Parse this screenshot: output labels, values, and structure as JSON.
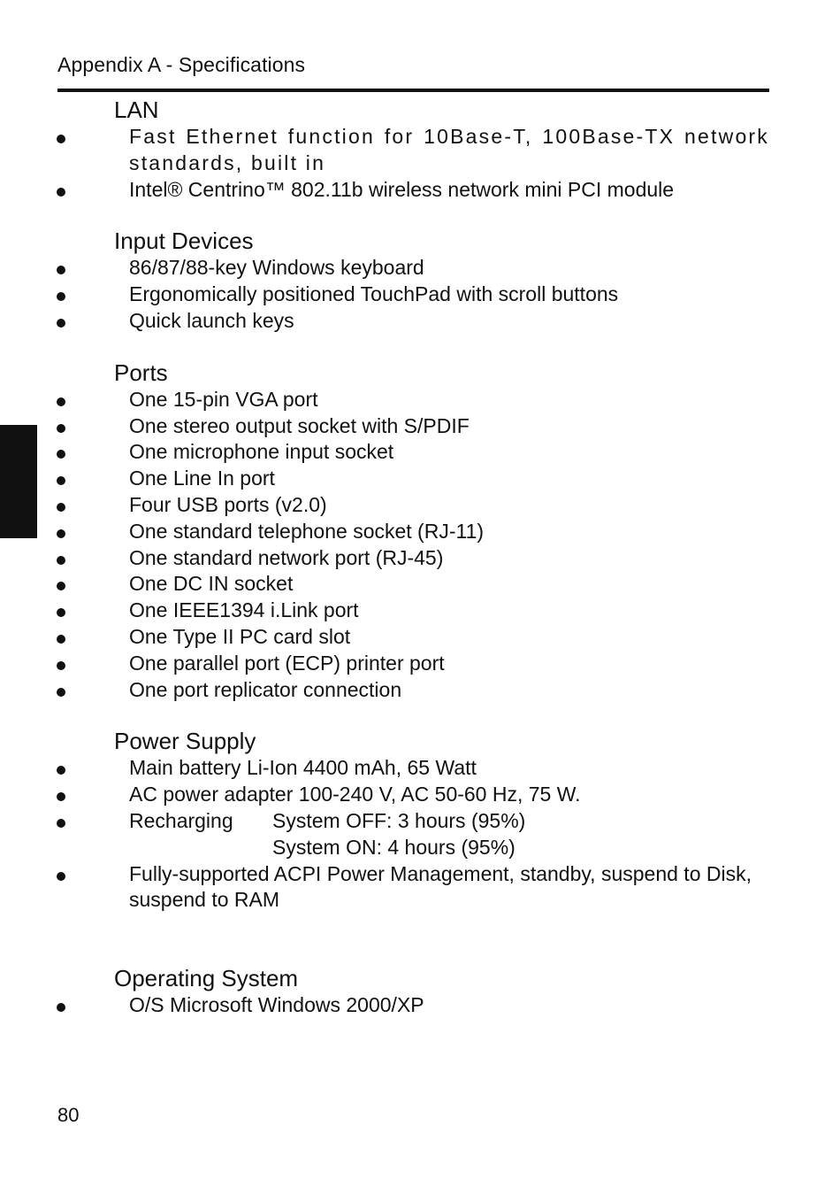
{
  "header": {
    "title": "Appendix A - Specifications"
  },
  "sections": {
    "lan": {
      "title": "LAN",
      "items": [
        "Fast Ethernet function for 10Base-T, 100Base-TX network standards, built in",
        "Intel® Centrino™ 802.11b wireless network mini PCI module"
      ]
    },
    "input": {
      "title": "Input Devices",
      "items": [
        "86/87/88-key Windows keyboard",
        "Ergonomically positioned TouchPad with scroll buttons",
        "Quick launch keys"
      ]
    },
    "ports": {
      "title": "Ports",
      "items": [
        "One 15-pin VGA port",
        "One stereo output socket with S/PDIF",
        "One microphone input socket",
        "One Line In port",
        "Four USB ports (v2.0)",
        "One standard telephone socket (RJ-11)",
        "One standard network port (RJ-45)",
        "One DC IN socket",
        "One IEEE1394 i.Link port",
        "One Type II PC card slot",
        "One parallel port (ECP) printer port",
        "One port replicator connection"
      ]
    },
    "power": {
      "title": "Power Supply",
      "items": [
        "Main battery Li-Ion 4400 mAh, 65 Watt",
        "AC power adapter 100-240 V, AC 50-60 Hz, 75 W."
      ],
      "recharging": {
        "label": "Recharging",
        "off": "System OFF: 3 hours (95%)",
        "on": "System ON: 4 hours (95%)"
      },
      "acpi": "Fully-supported ACPI Power Management, standby, suspend to Disk, suspend to RAM"
    },
    "os": {
      "title": "Operating System",
      "items": [
        "O/S Microsoft Windows 2000/XP"
      ]
    }
  },
  "page_number": "80"
}
